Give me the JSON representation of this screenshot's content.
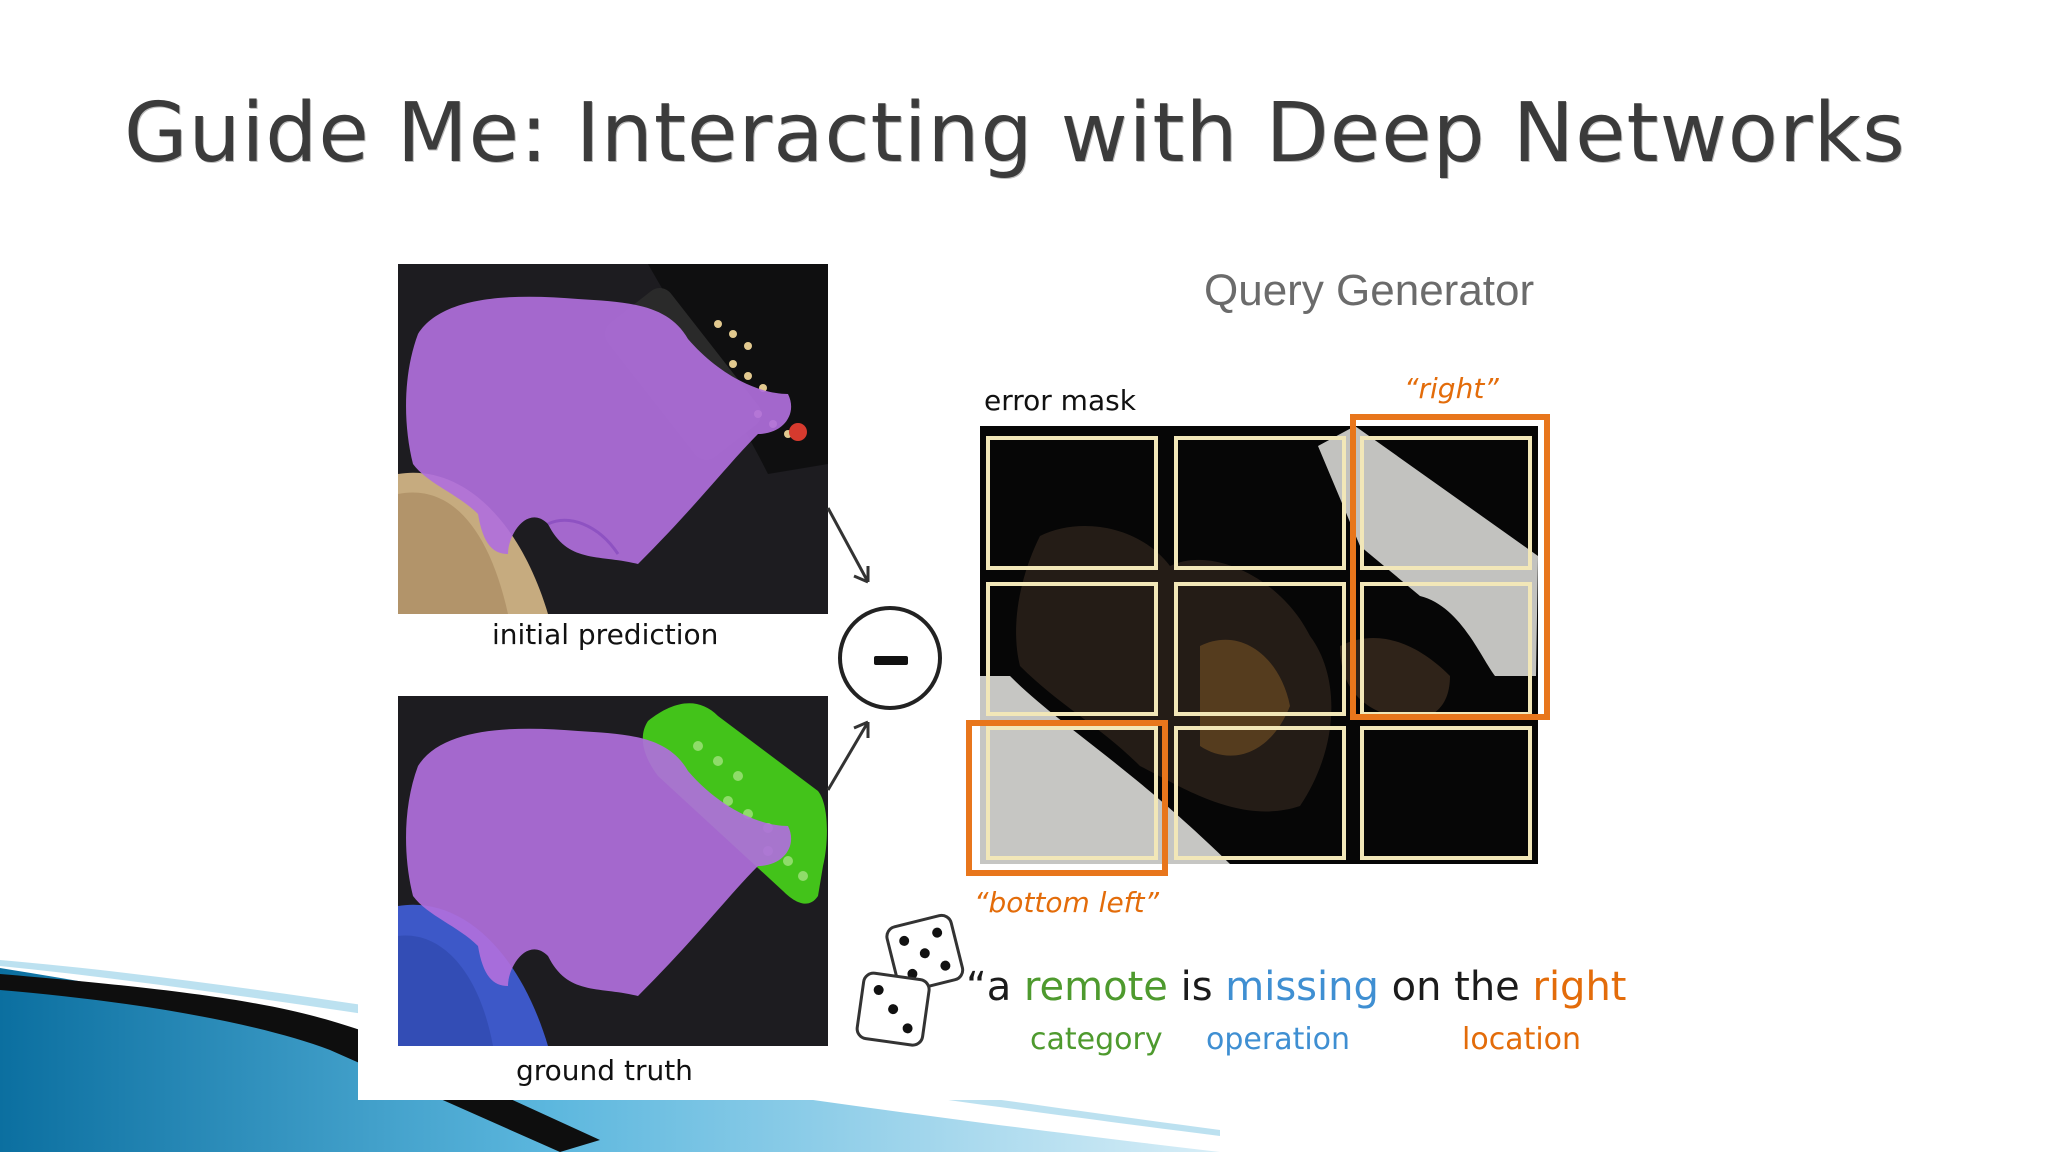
{
  "slide": {
    "title": "Guide Me: Interacting with Deep Networks"
  },
  "figure": {
    "initial_caption": "initial prediction",
    "ground_truth_caption": "ground truth",
    "query_generator_title": "Query Generator",
    "error_mask_label": "error mask",
    "right_label": "“right”",
    "bottom_left_label": "“bottom left”",
    "sentence": {
      "open_a": "“a ",
      "remote": "remote",
      "is": " is ",
      "missing": "missing",
      "on_the": " on the ",
      "right": "right"
    },
    "sublabels": {
      "category": "category",
      "operation": "operation",
      "location": "location"
    }
  },
  "colors": {
    "accent_orange": "#e8761c",
    "category_green": "#4e9a2e",
    "operation_blue": "#3f8fd2",
    "dog_mask_purple": "#b06fdc",
    "remote_mask_green": "#43c31a",
    "couch_mask_blue": "#3d58c8"
  },
  "icons": [
    "minus-circle-icon",
    "dice-icon",
    "arrow-icon"
  ]
}
